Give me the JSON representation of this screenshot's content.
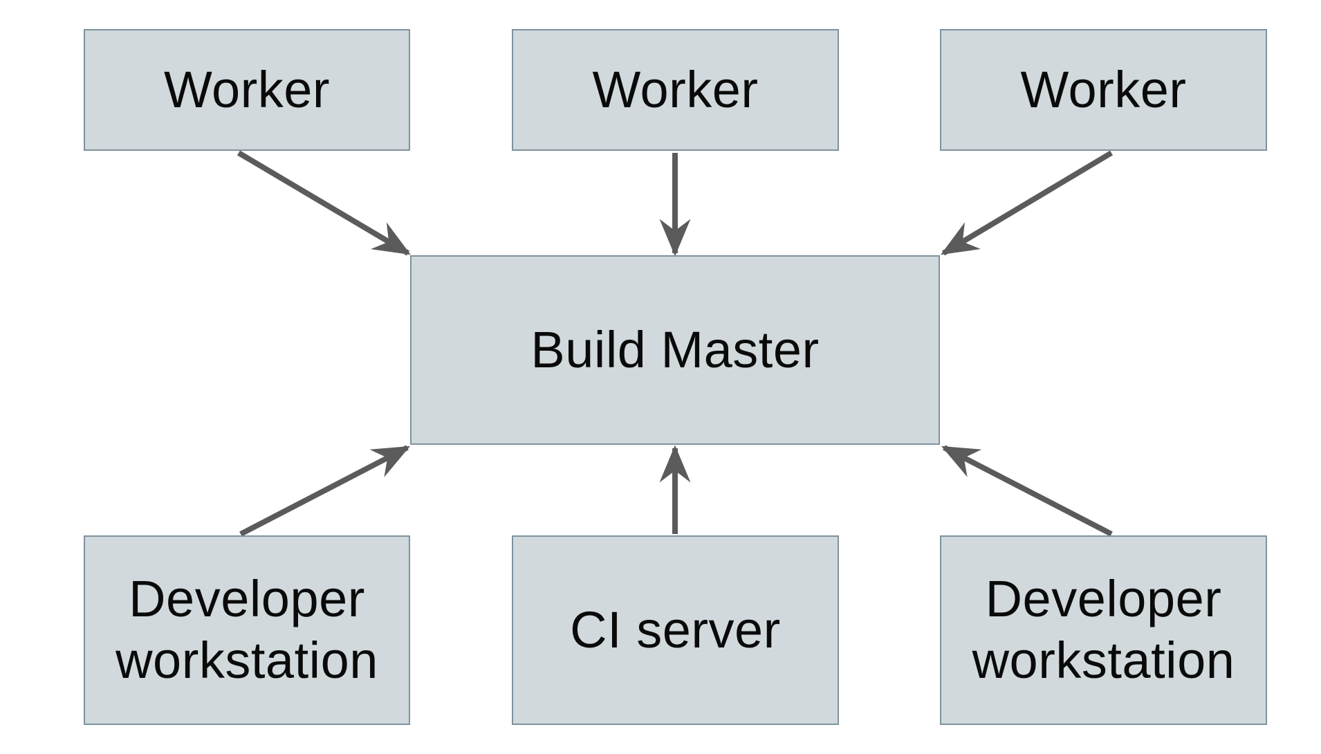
{
  "diagram": {
    "nodes": [
      {
        "id": "worker-1",
        "label": "Worker"
      },
      {
        "id": "worker-2",
        "label": "Worker"
      },
      {
        "id": "worker-3",
        "label": "Worker"
      },
      {
        "id": "build-master",
        "label": "Build Master"
      },
      {
        "id": "developer-workstation-left",
        "label": "Developer workstation"
      },
      {
        "id": "ci-server",
        "label": "CI server"
      },
      {
        "id": "developer-workstation-right",
        "label": "Developer workstation"
      }
    ],
    "edges": [
      {
        "from": "worker-1",
        "to": "build-master"
      },
      {
        "from": "worker-2",
        "to": "build-master"
      },
      {
        "from": "worker-3",
        "to": "build-master"
      },
      {
        "from": "developer-workstation-left",
        "to": "build-master"
      },
      {
        "from": "ci-server",
        "to": "build-master"
      },
      {
        "from": "developer-workstation-right",
        "to": "build-master"
      }
    ],
    "colors": {
      "node_fill": "#d1d9dc",
      "node_border": "#7d929e",
      "arrow": "#5b5b5b",
      "text": "#0a0a0a",
      "background": "#ffffff"
    }
  }
}
